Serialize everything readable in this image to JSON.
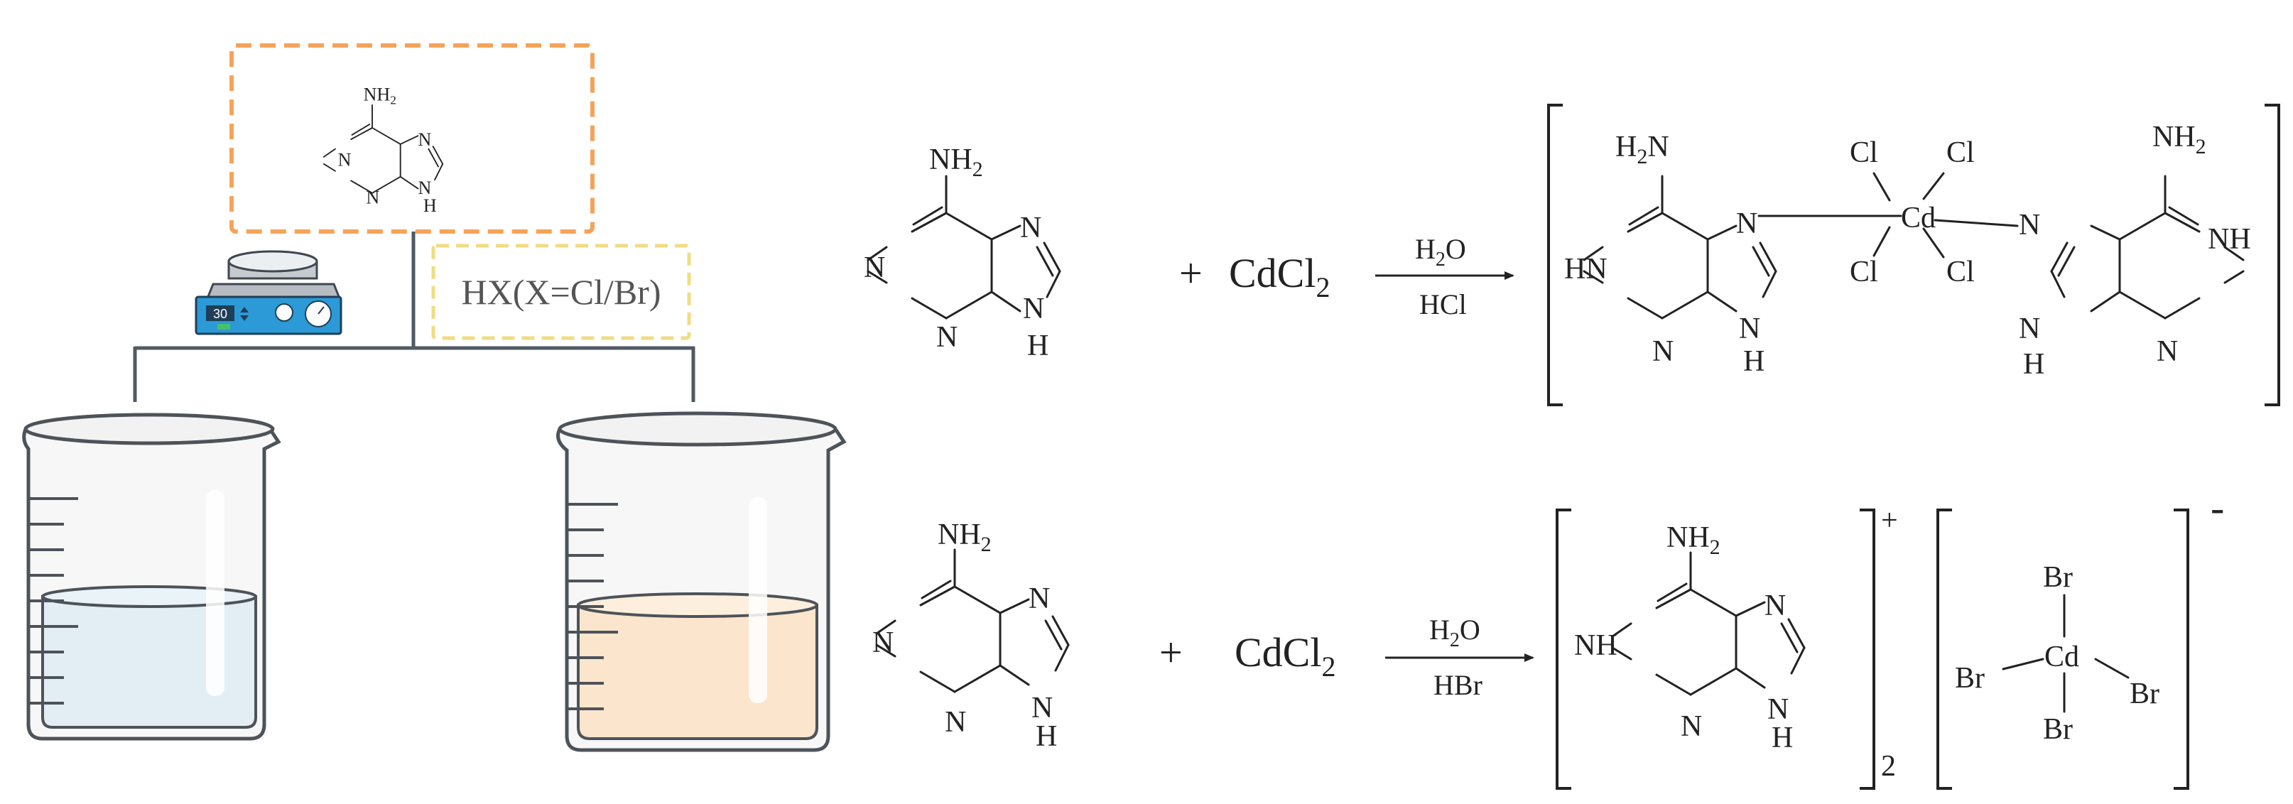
{
  "setup": {
    "reagent_label": "HX(X=Cl/Br)",
    "stirrer_display": "30",
    "colors": {
      "orange_box": "#f5a35a",
      "yellow_box": "#f1dc82",
      "left_liquid": "#e3eef4",
      "right_liquid": "#fbe5cc",
      "stirrer_body": "#2b9ad6",
      "line": "#505a63"
    }
  },
  "adenine": {
    "amine": "NH",
    "amine_sub": "2",
    "n": "N",
    "nh_h": "H",
    "nh": "NH",
    "hn": "HN",
    "h2n_h": "H",
    "h2n_sub": "2",
    "h2n_n": "N"
  },
  "reaction1": {
    "plus": "+",
    "reagent": "CdCl",
    "reagent_sub": "2",
    "above_arrow": "H",
    "above_arrow_sub": "2",
    "above_arrow_tail": "O",
    "below_arrow": "HCl",
    "metal": "Cd",
    "ligand": "Cl"
  },
  "reaction2": {
    "plus": "+",
    "reagent": "CdCl",
    "reagent_sub": "2",
    "above_arrow": "H",
    "above_arrow_sub": "2",
    "above_arrow_tail": "O",
    "below_arrow": "HBr",
    "cation_charge": "+",
    "cation_count": "2",
    "anion_charge": "-",
    "metal": "Cd",
    "ligand": "Br"
  }
}
